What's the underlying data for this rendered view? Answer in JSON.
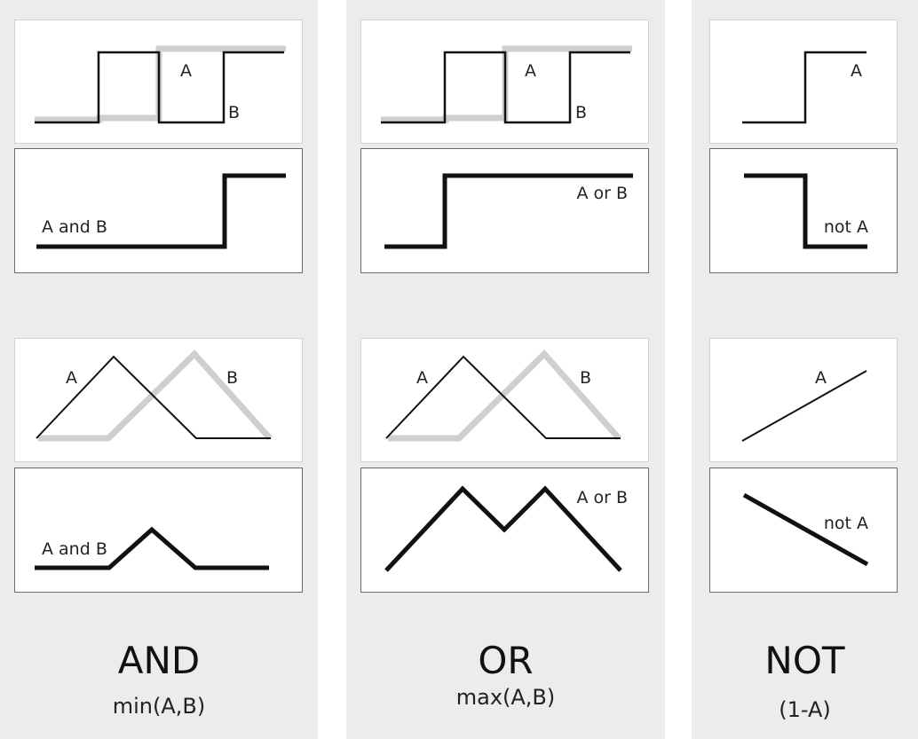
{
  "colors": {
    "column_bg": "#ececec",
    "input_b": "#cfcfcf",
    "line": "#111111"
  },
  "columns": [
    {
      "title": "AND",
      "formula": "min(A,B)",
      "crisp_input": {
        "label_a": "A",
        "label_b": "B"
      },
      "crisp_output": {
        "label": "A and B"
      },
      "fuzzy_input": {
        "label_a": "A",
        "label_b": "B"
      },
      "fuzzy_output": {
        "label": "A and B"
      }
    },
    {
      "title": "OR",
      "formula": "max(A,B)",
      "crisp_input": {
        "label_a": "A",
        "label_b": "B"
      },
      "crisp_output": {
        "label": "A or B"
      },
      "fuzzy_input": {
        "label_a": "A",
        "label_b": "B"
      },
      "fuzzy_output": {
        "label": "A or B"
      }
    },
    {
      "title": "NOT",
      "formula": "(1-A)",
      "crisp_input": {
        "label_a": "A"
      },
      "crisp_output": {
        "label": "not A"
      },
      "fuzzy_input": {
        "label_a": "A"
      },
      "fuzzy_output": {
        "label": "not A"
      }
    }
  ]
}
